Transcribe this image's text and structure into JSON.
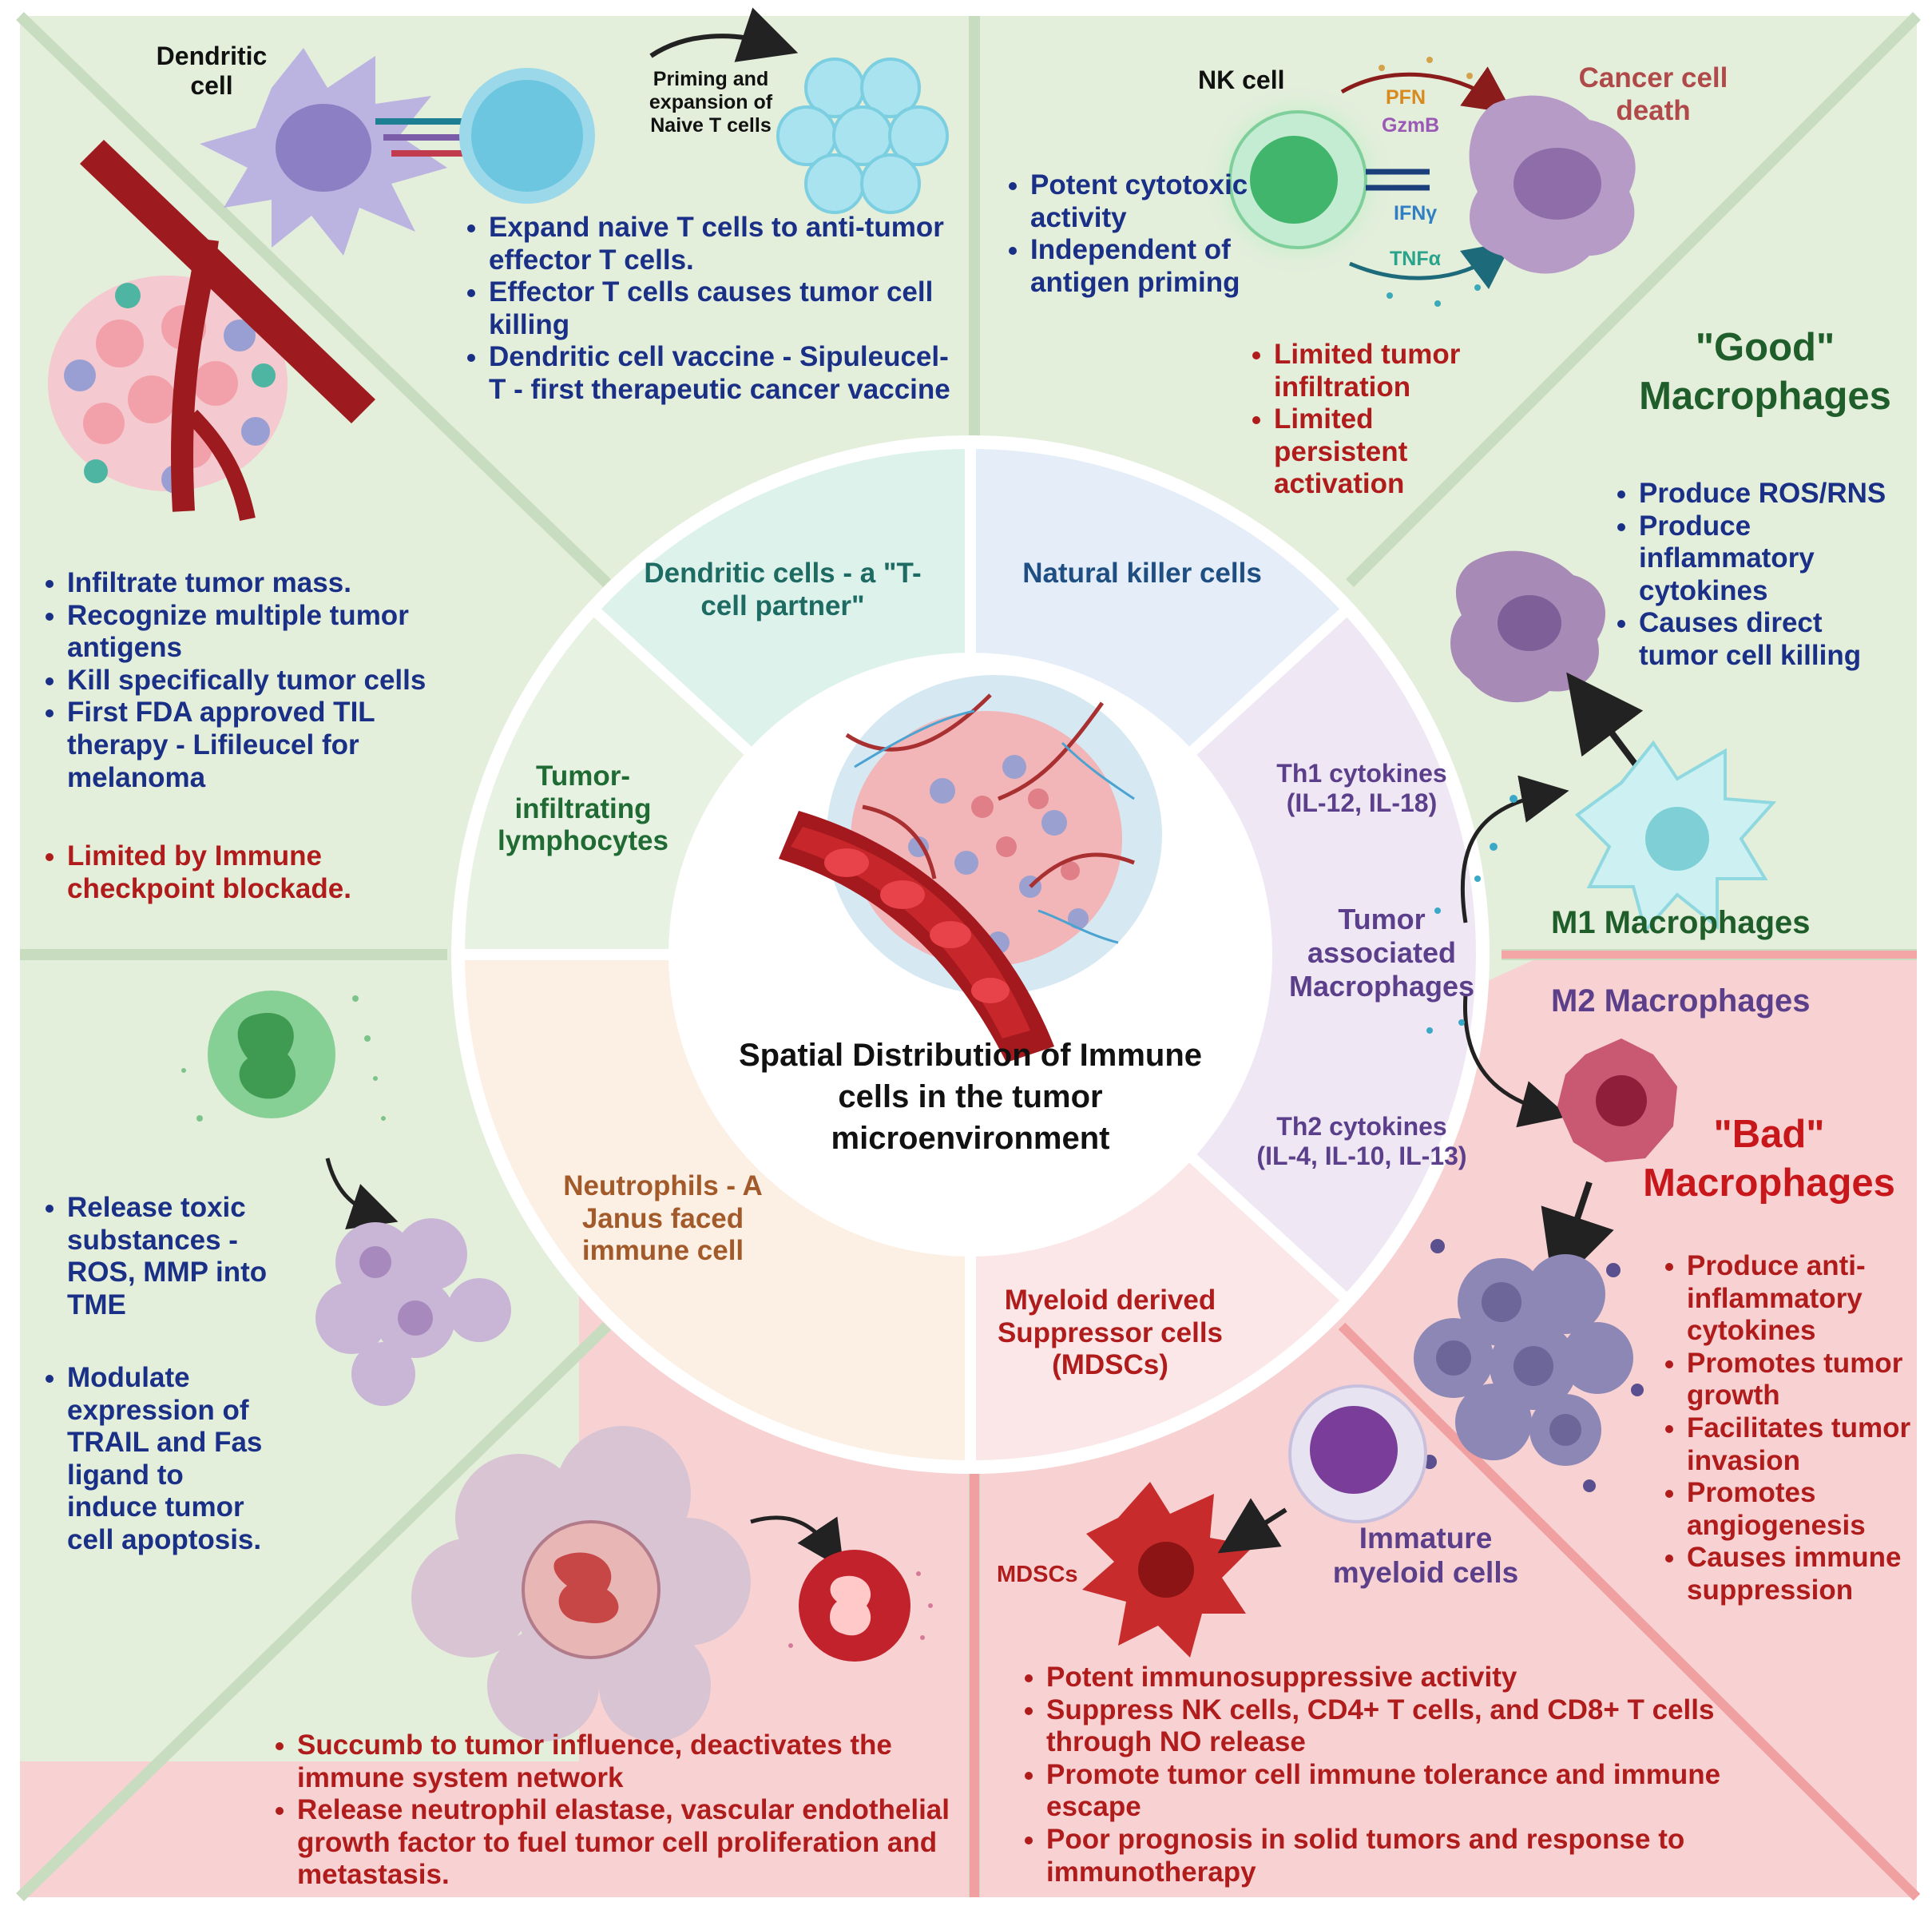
{
  "center": {
    "title": "Spatial Distribution of Immune cells in the tumor microenvironment"
  },
  "wheel": {
    "dendritic": "Dendritic cells - a \"T-cell partner\"",
    "nk": "Natural killer cells",
    "tam": "Tumor associated Macrophages",
    "th1": "Th1 cytokines (IL-12, IL-18)",
    "th2": "Th2 cytokines (IL-4, IL-10, IL-13)",
    "mdsc": "Myeloid derived Suppressor cells (MDSCs)",
    "neutrophils": "Neutrophils - A Janus faced immune cell",
    "til": "Tumor-infiltrating lymphocytes"
  },
  "dc_panel": {
    "cell_label": "Dendritic cell",
    "priming_label": "Priming and expansion of Naive T cells",
    "bullets": [
      "Expand naive T cells to anti-tumor effector T cells.",
      "Effector T cells causes tumor cell killing",
      "Dendritic cell vaccine - Sipuleucel-T - first therapeutic cancer vaccine"
    ]
  },
  "nk_panel": {
    "cell_label": "NK cell",
    "death_label": "Cancer cell death",
    "pfn": "PFN",
    "gzmb": "GzmB",
    "ifng": "IFNγ",
    "tnfa": "TNFα",
    "bullets_good": [
      "Potent cytotoxic activity",
      "Independent of antigen priming"
    ],
    "bullets_bad": [
      "Limited tumor infiltration",
      "Limited persistent activation"
    ]
  },
  "good_macro": {
    "title": "\"Good\" Macrophages",
    "bullets": [
      "Produce ROS/RNS",
      "Produce inflammatory cytokines",
      "Causes direct tumor cell killing"
    ],
    "m1_label": "M1 Macrophages"
  },
  "bad_macro": {
    "m2_label": "M2 Macrophages",
    "title": "\"Bad\" Macrophages",
    "bullets": [
      "Produce anti-inflammatory cytokines",
      "Promotes tumor growth",
      "Facilitates tumor invasion",
      "Promotes angiogenesis",
      "Causes immune suppression"
    ]
  },
  "til_panel": {
    "bullets_good": [
      "Infiltrate tumor mass.",
      "Recognize multiple tumor antigens",
      "Kill specifically tumor cells",
      "First FDA approved TIL therapy  - Lifileucel for melanoma"
    ],
    "bullets_bad": [
      "Limited by Immune checkpoint blockade."
    ]
  },
  "neutro_panel": {
    "bullets_good_1": [
      "Release toxic substances - ROS, MMP into TME"
    ],
    "bullets_good_2": [
      "Modulate expression of TRAIL and Fas ligand to induce tumor cell apoptosis."
    ],
    "bullets_bad": [
      "Succumb to tumor influence, deactivates the immune system network",
      "Release neutrophil elastase, vascular endothelial growth factor to fuel tumor cell proliferation and metastasis."
    ]
  },
  "mdsc_panel": {
    "mdsc_label": "MDSCs",
    "immature_label": "Immature myeloid cells",
    "bullets": [
      "Potent immunosuppressive activity",
      "Suppress NK cells, CD4+ T cells, and CD8+ T cells through NO release",
      "Promote tumor cell immune tolerance and immune escape",
      "Poor prognosis in solid tumors and response to immunotherapy"
    ]
  },
  "colors": {
    "green_bg": "#e3eedb",
    "pink_bg": "#f8d2d2",
    "bullet_blue": "#1a2f86",
    "bullet_red": "#b01c1c"
  }
}
